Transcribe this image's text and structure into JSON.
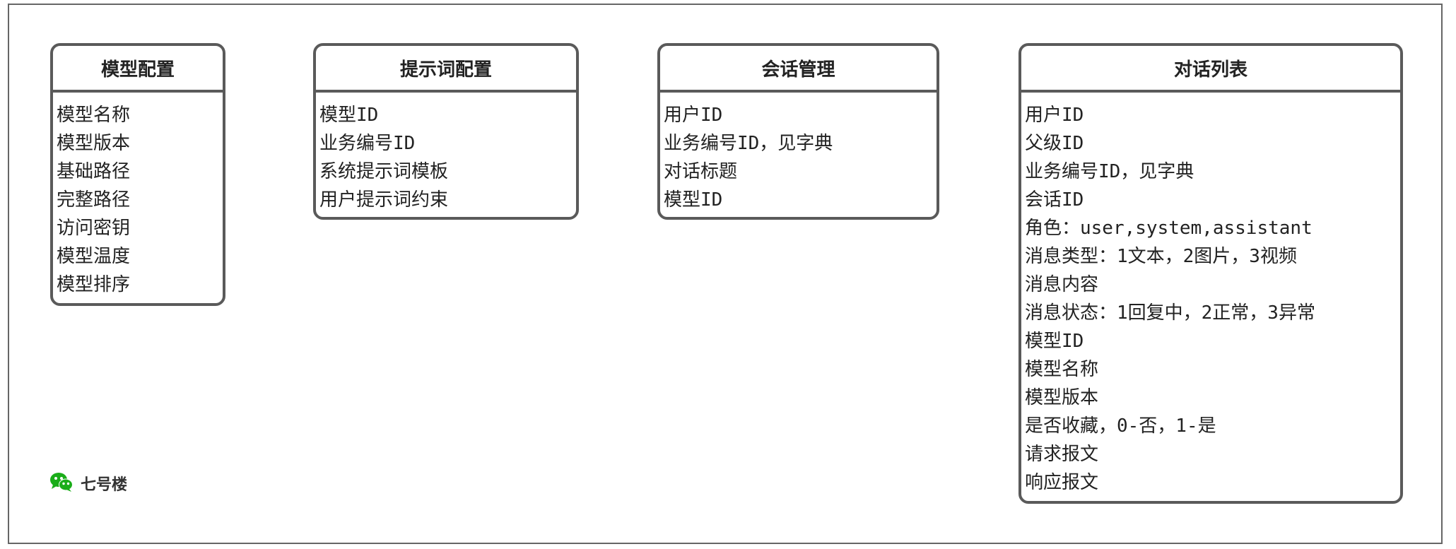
{
  "entities": [
    {
      "title": "模型配置",
      "fields": [
        "模型名称",
        "模型版本",
        "基础路径",
        "完整路径",
        "访问密钥",
        "模型温度",
        "模型排序"
      ]
    },
    {
      "title": "提示词配置",
      "fields": [
        "模型ID",
        "业务编号ID",
        "系统提示词模板",
        "用户提示词约束"
      ]
    },
    {
      "title": "会话管理",
      "fields": [
        "用户ID",
        "业务编号ID，见字典",
        "对话标题",
        "模型ID"
      ]
    },
    {
      "title": "对话列表",
      "fields": [
        "用户ID",
        "父级ID",
        "业务编号ID，见字典",
        "会话ID",
        "角色：user,system,assistant",
        "消息类型：1文本，2图片，3视频",
        "消息内容",
        "消息状态：1回复中，2正常，3异常",
        "模型ID",
        "模型名称",
        "模型版本",
        "是否收藏，0-否，1-是",
        "请求报文",
        "响应报文"
      ]
    }
  ],
  "watermark": {
    "icon": "wechat-icon",
    "label": "七号楼",
    "color": "#1aad19"
  },
  "colors": {
    "border": "#5a5a5a",
    "text": "#222222",
    "background": "#ffffff"
  }
}
